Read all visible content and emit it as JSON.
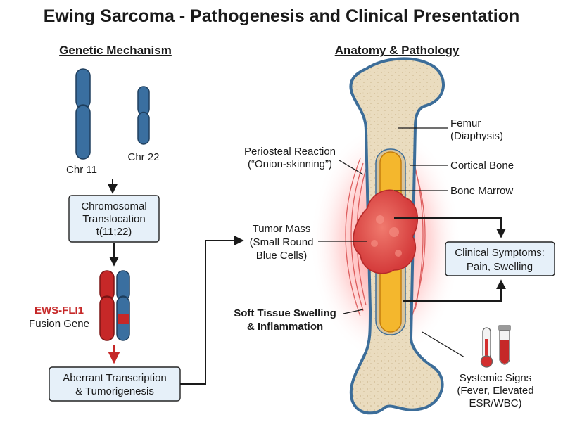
{
  "title": "Ewing Sarcoma - Pathogenesis and Clinical Presentation",
  "left": {
    "heading": "Genetic Mechanism",
    "chr11": "Chr 11",
    "chr22": "Chr 22",
    "translocation": [
      "Chromosomal",
      "Translocation",
      "t(11;22)"
    ],
    "fusion_name": "EWS-FLI1",
    "fusion_label": "Fusion Gene",
    "outcome": [
      "Aberrant Transcription",
      "& Tumorigenesis"
    ]
  },
  "right": {
    "heading": "Anatomy & Pathology",
    "femur": [
      "Femur",
      "(Diaphysis)"
    ],
    "cortical": "Cortical Bone",
    "marrow": "Bone Marrow",
    "periosteal": [
      "Periosteal Reaction",
      "(“Onion-skinning”)"
    ],
    "tumor": [
      "Tumor Mass",
      "(Small Round",
      "Blue Cells)"
    ],
    "swelling": [
      "Soft Tissue Swelling",
      "& Inflammation"
    ],
    "symptoms": [
      "Clinical Symptoms:",
      "Pain, Swelling"
    ],
    "systemic": [
      "Systemic Signs",
      "(Fever, Elevated",
      "ESR/WBC)"
    ]
  },
  "colors": {
    "chromosome_blue": "#3a6fa0",
    "fusion_red": "#c62828",
    "bone": "#eadcbf",
    "cortex_outline": "#3c6d99",
    "marrow": "#f4b72d",
    "tumor": "#e34a4a",
    "box_fill": "#e6f0f9"
  }
}
